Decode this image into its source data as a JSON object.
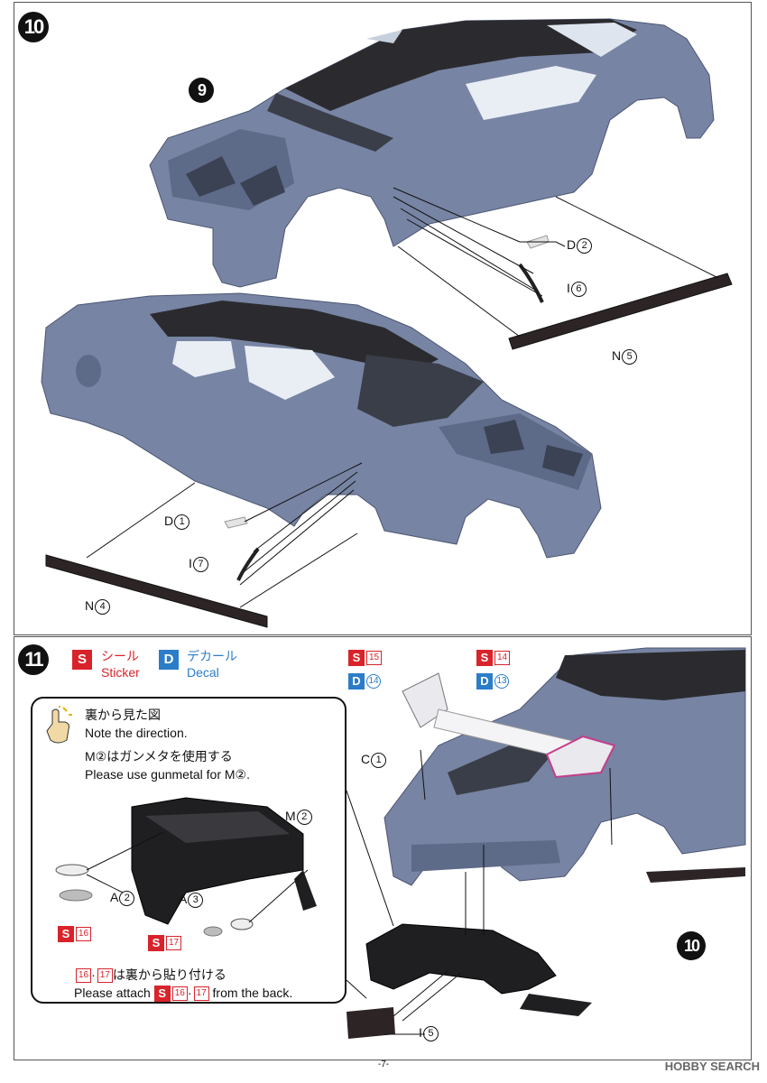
{
  "step10": {
    "number": "10",
    "sub_step": "9",
    "labels": {
      "d2": {
        "letter": "D",
        "num": "2"
      },
      "i6": {
        "letter": "I",
        "num": "6"
      },
      "n5": {
        "letter": "N",
        "num": "5"
      },
      "d1": {
        "letter": "D",
        "num": "1"
      },
      "i7": {
        "letter": "I",
        "num": "7"
      },
      "n4": {
        "letter": "N",
        "num": "4"
      }
    }
  },
  "step11": {
    "number": "11",
    "legend": {
      "sticker_jp": "シール",
      "sticker_en": "Sticker",
      "decal_jp": "デカール",
      "decal_en": "Decal",
      "s_letter": "S",
      "d_letter": "D"
    },
    "inset": {
      "title_jp": "裏から見た図",
      "title_en": "Note the direction.",
      "note_jp": "M②はガンメタを使用する",
      "note_en": "Please use gunmetal for M②.",
      "m2": {
        "letter": "M",
        "num": "2"
      },
      "a2": {
        "letter": "A",
        "num": "2"
      },
      "a3": {
        "letter": "A",
        "num": "3"
      },
      "s16": "16",
      "s17": "17",
      "attach_jp": "は裏から貼り付ける",
      "attach_en_pre": "Please attach",
      "attach_en_post": "from the back.",
      "sep": "·"
    },
    "parts": {
      "s15": "15",
      "d14": "14",
      "s14": "14",
      "d13": "13",
      "c1": {
        "letter": "C",
        "num": "1"
      },
      "i5": {
        "letter": "I",
        "num": "5"
      },
      "ref_step": "10"
    }
  },
  "page_number": "-7-",
  "brand": "HOBBY SEARCH",
  "colors": {
    "body": "#7784a3",
    "body_dark": "#5d6a88",
    "roof": "#2b2b2f",
    "sticker_red": "#d9232a",
    "decal_blue": "#2b7dc9"
  }
}
